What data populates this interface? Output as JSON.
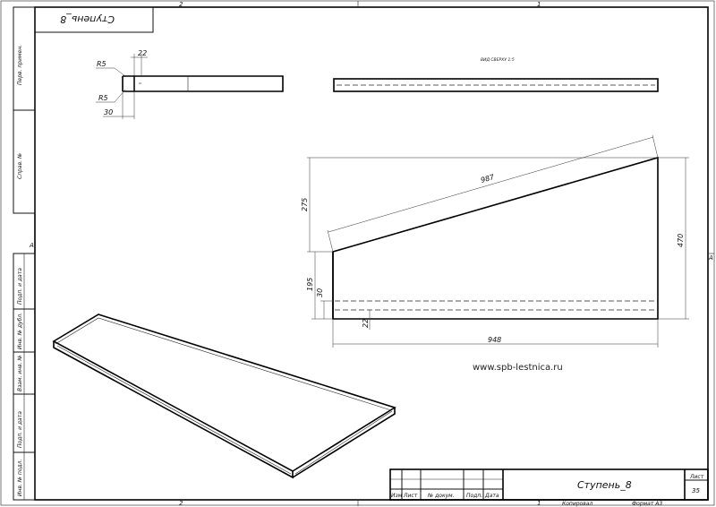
{
  "drawing": {
    "stamp_top": "Ступень_8",
    "title": "Ступень_8",
    "sheet_label": "Лист",
    "sheet_number": "35",
    "copied_label": "Копировал",
    "format_label": "Формат А3",
    "scale_note": "ВИД СВЕРХУ 1:5",
    "website": "www.spb-lestnica.ru",
    "zone_marks": {
      "top_2": "2",
      "top_1": "1",
      "bottom_2": "2",
      "bottom_1": "1",
      "left_a": "А",
      "right_a": "А"
    },
    "left_strip": [
      "Перв. примен.",
      "Справ. №",
      "Подп. и дата",
      "Инв. № дубл.",
      "Взам. инв. №",
      "Подп. и дата",
      "Инв. № подл."
    ],
    "title_block_headers": [
      "Изм",
      "Лист",
      "№ докум.",
      "Подп.",
      "Дата"
    ]
  },
  "section_view": {
    "dimensions": {
      "r_top": "R5",
      "r_bottom": "R5",
      "top": "22",
      "bottom": "30"
    }
  },
  "plan_view": {
    "dimensions": {
      "hypotenuse": "987",
      "left_upper": "275",
      "left_lower": "195",
      "left_inner": "30",
      "groove": "22",
      "right": "470",
      "bottom": "948"
    }
  }
}
